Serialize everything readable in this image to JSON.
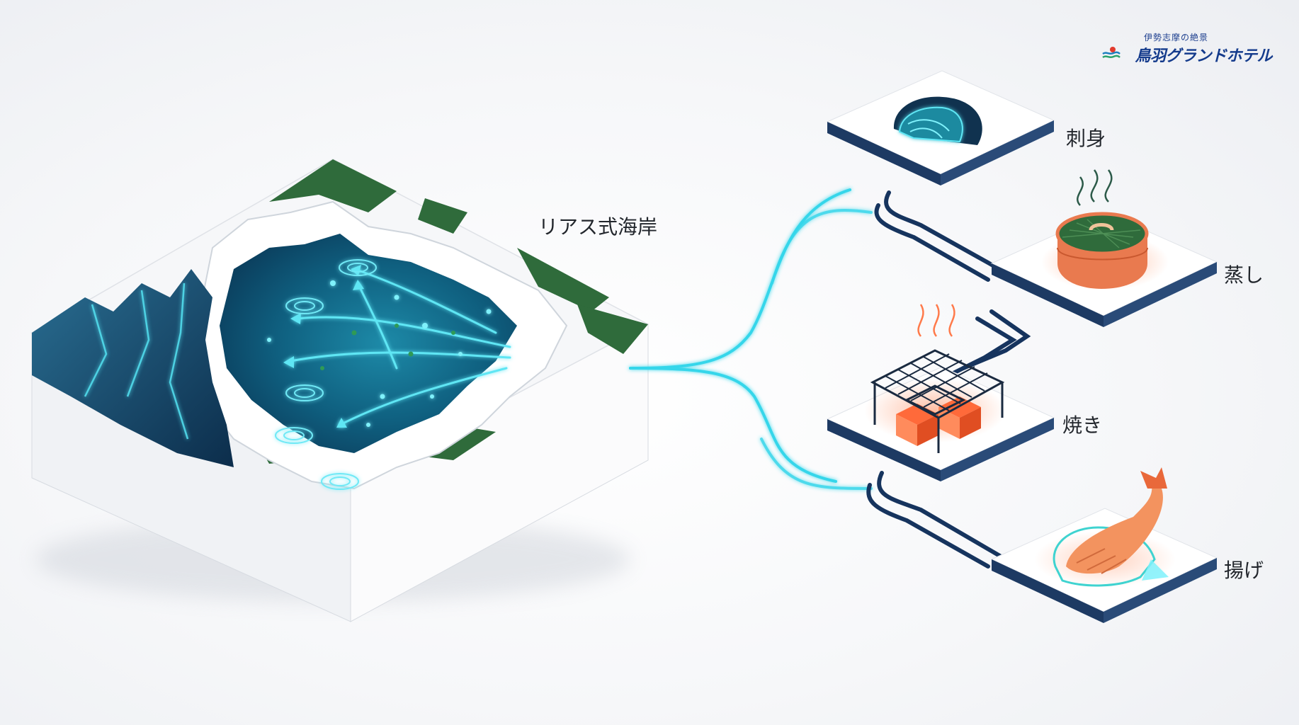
{
  "diagram": {
    "source_label": "リアス式海岸",
    "methods": [
      {
        "id": "sashimi",
        "label": "刺身"
      },
      {
        "id": "steamed",
        "label": "蒸し"
      },
      {
        "id": "grilled",
        "label": "焼き"
      },
      {
        "id": "fried",
        "label": "揚げ"
      }
    ]
  },
  "logo": {
    "tagline": "伊勢志摩の絶景",
    "name": "鳥羽グランドホテル"
  },
  "colors": {
    "glow_cyan": "#34d6ea",
    "navy": "#16345e",
    "forest": "#2f6b3b",
    "orange": "#f07a45"
  }
}
